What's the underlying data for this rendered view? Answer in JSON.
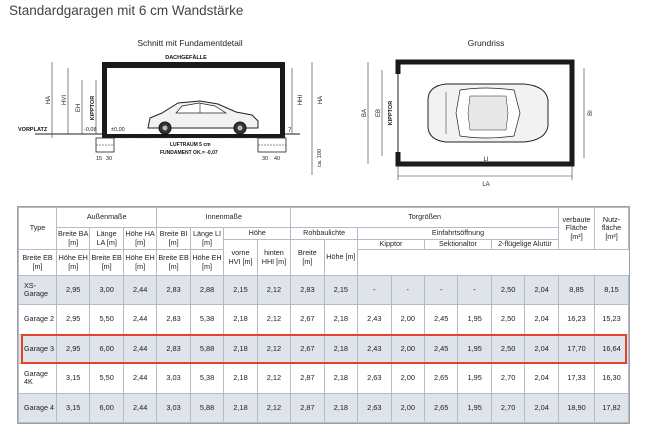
{
  "page_title": "Standardgaragen mit 6 cm Wandstärke",
  "section": {
    "section_title": "Schnitt mit Fundamentdetail",
    "roof_label": "DACHGEFÄLLE",
    "ha_label": "HA",
    "hvi_label": "HVI",
    "eh_label": "EH",
    "kipptor_label": "KIPPTOR",
    "vorplatz_label": "VORPLATZ",
    "level_neg": "-0,08",
    "level_zero": "±0,00",
    "luftraum": "LUFTRAUM 5 cm",
    "fundament": "FUNDAMENT OK.= -0,07",
    "hhi_label": "HHI",
    "ha_right_label": "HA",
    "seven": "7",
    "dim_15": "15",
    "dim_30": "30",
    "dim_30b": "30",
    "dim_40": "40",
    "ca100": "ca. 100"
  },
  "plan": {
    "plan_title": "Grundriss",
    "ba_label": "BA",
    "eb_label": "EB",
    "kipptor_label": "KIPPTOR",
    "bi_label": "BI",
    "li_label": "LI",
    "la_label": "LA"
  },
  "table": {
    "type_header": "Type",
    "groups": {
      "aussen": "Außenmaße",
      "innen": "Innenmaße",
      "tor": "Torgrößen"
    },
    "hoehe": "Höhe",
    "rohbau": "Rohbaulichte",
    "einfahrt": "Einfahrtsöffnung",
    "kipptor": "Kipptor",
    "sektional": "Sektionaltor",
    "alutuer": "2-flügelige Alutür",
    "verbaut": "verbaute Fläche [m²]",
    "nutz": "Nutz-fläche [m²]",
    "cols": {
      "ba": "Breite BA [m]",
      "la": "Länge LA [m]",
      "ha": "Höhe HA [m]",
      "bi": "Breite BI [m]",
      "li": "Länge LI [m]",
      "hvi": "vorne HVI [m]",
      "hhi": "hinten HHI [m]",
      "rb": "Breite [m]",
      "rh": "Höhe [m]",
      "k_eb": "Breite EB [m]",
      "k_eh": "Höhe EH [m]",
      "s_eb": "Breite EB [m]",
      "s_eh": "Höhe EH [m]",
      "a_eb": "Breite EB [m]",
      "a_eh": "Höhe EH [m]"
    },
    "rows": [
      {
        "type": "XS-Garage",
        "v": [
          "2,95",
          "3,00",
          "2,44",
          "2,83",
          "2,88",
          "2,15",
          "2,12",
          "2,83",
          "2,15",
          "-",
          "-",
          "-",
          "-",
          "2,50",
          "2,04",
          "8,85",
          "8,15"
        ]
      },
      {
        "type": "Garage 2",
        "v": [
          "2,95",
          "5,50",
          "2,44",
          "2,83",
          "5,38",
          "2,18",
          "2,12",
          "2,67",
          "2,18",
          "2,43",
          "2,00",
          "2,45",
          "1,95",
          "2,50",
          "2,04",
          "16,23",
          "15,23"
        ]
      },
      {
        "type": "Garage 3",
        "v": [
          "2,95",
          "6,00",
          "2,44",
          "2,83",
          "5,88",
          "2,18",
          "2,12",
          "2,67",
          "2,18",
          "2,43",
          "2,00",
          "2,45",
          "1,95",
          "2,50",
          "2,04",
          "17,70",
          "16,64"
        ]
      },
      {
        "type": "Garage 4K",
        "v": [
          "3,15",
          "5,50",
          "2,44",
          "3,03",
          "5,38",
          "2,18",
          "2,12",
          "2,87",
          "2,18",
          "2,63",
          "2,00",
          "2,65",
          "1,95",
          "2,70",
          "2,04",
          "17,33",
          "16,30"
        ]
      },
      {
        "type": "Garage 4",
        "v": [
          "3,15",
          "6,00",
          "2,44",
          "3,03",
          "5,88",
          "2,18",
          "2,12",
          "2,87",
          "2,18",
          "2,63",
          "2,00",
          "2,65",
          "1,95",
          "2,70",
          "2,04",
          "18,90",
          "17,82"
        ]
      }
    ],
    "highlight_row": "Garage 3"
  },
  "colors": {
    "highlight": "#e0452a",
    "row_shade": "#dfe3ea"
  }
}
